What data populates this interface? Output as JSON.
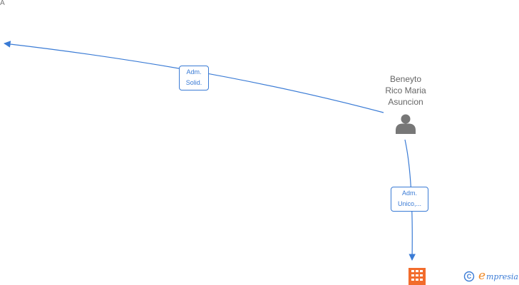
{
  "corner_label": "A",
  "person": {
    "name_lines": [
      "Beneyto",
      "Rico Maria",
      "Asuncion"
    ],
    "icon": "person-icon"
  },
  "company_icon": "building-icon",
  "edges": [
    {
      "label_lines": [
        "Adm.",
        "Solid."
      ]
    },
    {
      "label_lines": [
        "Adm.",
        "Unico,..."
      ]
    }
  ],
  "brand": {
    "copyright_symbol": "©",
    "initial": "e",
    "rest": "mpresia"
  },
  "colors": {
    "edge": "#3a7bd5",
    "node_label": "#666666",
    "person_icon": "#777777",
    "company_icon": "#f26c2c",
    "brand_orange": "#f08a28",
    "brand_blue": "#3a7bd5"
  }
}
